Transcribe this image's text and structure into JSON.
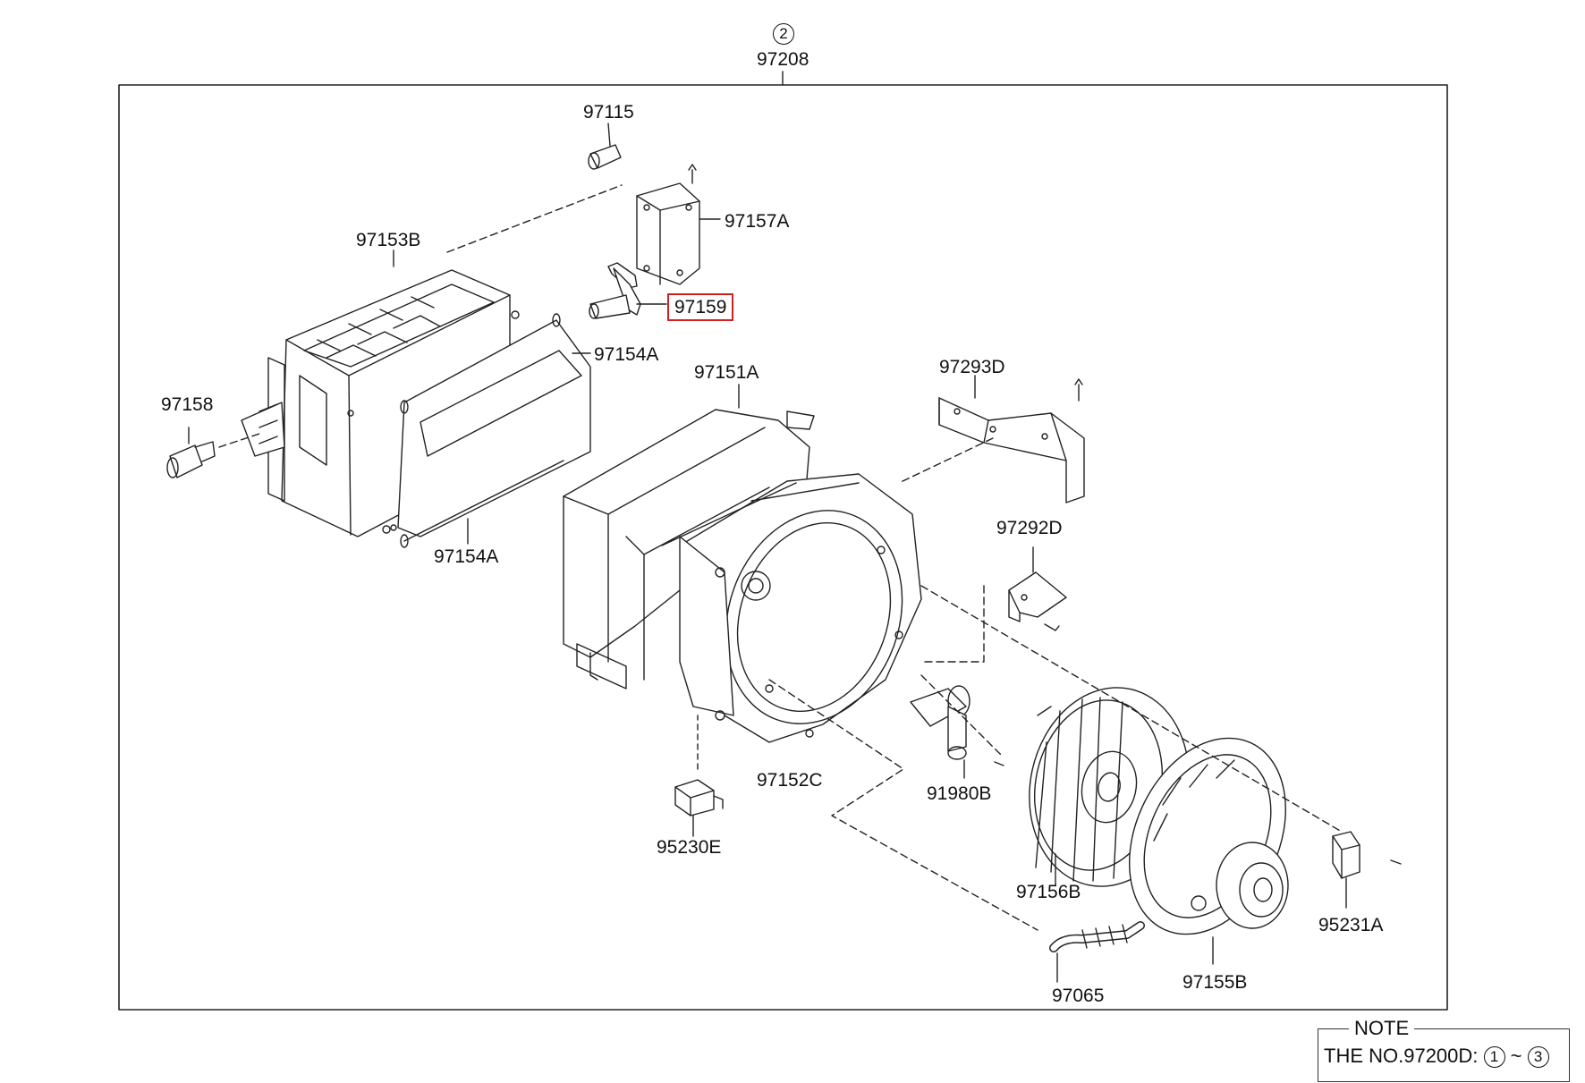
{
  "assembly": {
    "circle": "2",
    "number": "97208"
  },
  "parts": {
    "p97115": "97115",
    "p97157A": "97157A",
    "p97153B": "97153B",
    "p97159": "97159",
    "p97154A_top": "97154A",
    "p97158": "97158",
    "p97151A": "97151A",
    "p97293D": "97293D",
    "p97154A_bottom": "97154A",
    "p97292D": "97292D",
    "p97152C": "97152C",
    "p91980B": "91980B",
    "p95230E": "95230E",
    "p97156B": "97156B",
    "p95231A": "95231A",
    "p97155B": "97155B",
    "p97065": "97065"
  },
  "highlighted_part": "97159",
  "note": {
    "title": "NOTE",
    "text": "THE NO.97200D:",
    "range_start": "1",
    "range_sep": "~",
    "range_end": "3"
  },
  "colors": {
    "line": "#222222",
    "highlight": "#d21f1f"
  }
}
